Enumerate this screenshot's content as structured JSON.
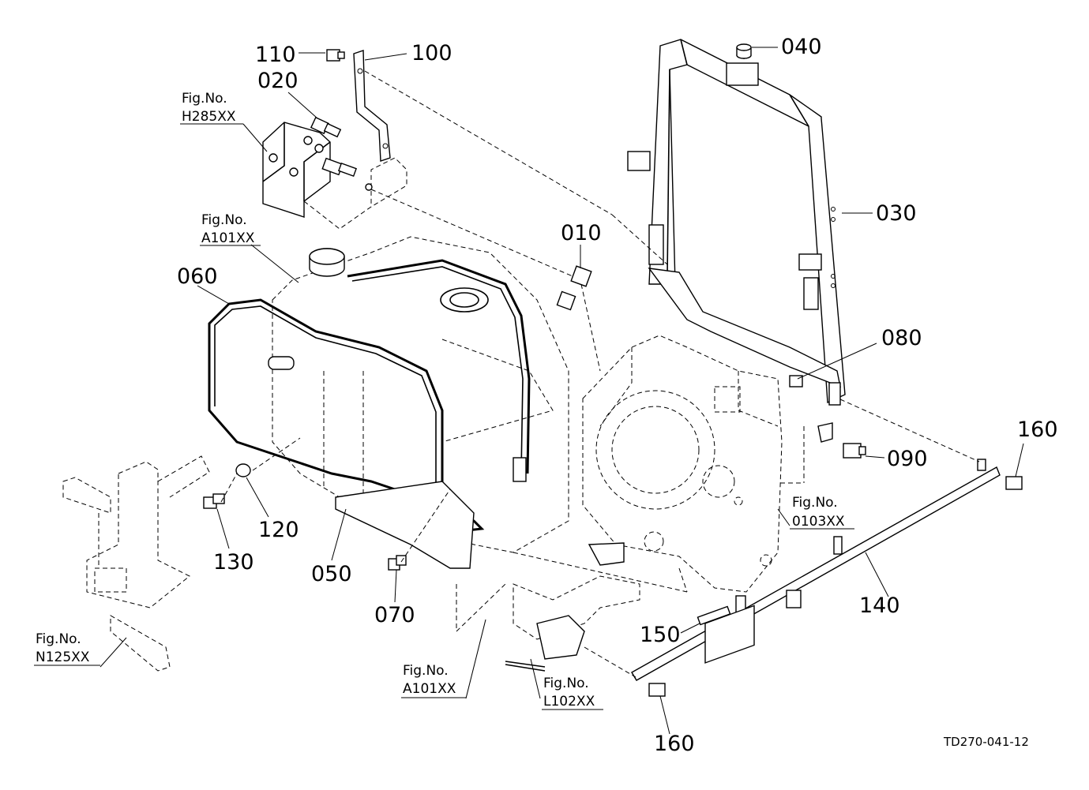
{
  "drawing_id": "TD270-041-12",
  "parts": {
    "p010": "010",
    "p020": "020",
    "p030": "030",
    "p040": "040",
    "p050": "050",
    "p060": "060",
    "p070": "070",
    "p080": "080",
    "p090": "090",
    "p100": "100",
    "p110": "110",
    "p120": "120",
    "p130": "130",
    "p140": "140",
    "p150": "150",
    "p160a": "160",
    "p160b": "160"
  },
  "fig_refs": {
    "h285": {
      "line1": "Fig.No.",
      "line2": "H285XX"
    },
    "a101_top": {
      "line1": "Fig.No.",
      "line2": "A101XX"
    },
    "a101_bottom": {
      "line1": "Fig.No.",
      "line2": "A101XX"
    },
    "n125": {
      "line1": "Fig.No.",
      "line2": "N125XX"
    },
    "f0103": {
      "line1": "Fig.No.",
      "line2": "0103XX"
    },
    "l102": {
      "line1": "Fig.No.",
      "line2": "L102XX"
    }
  }
}
